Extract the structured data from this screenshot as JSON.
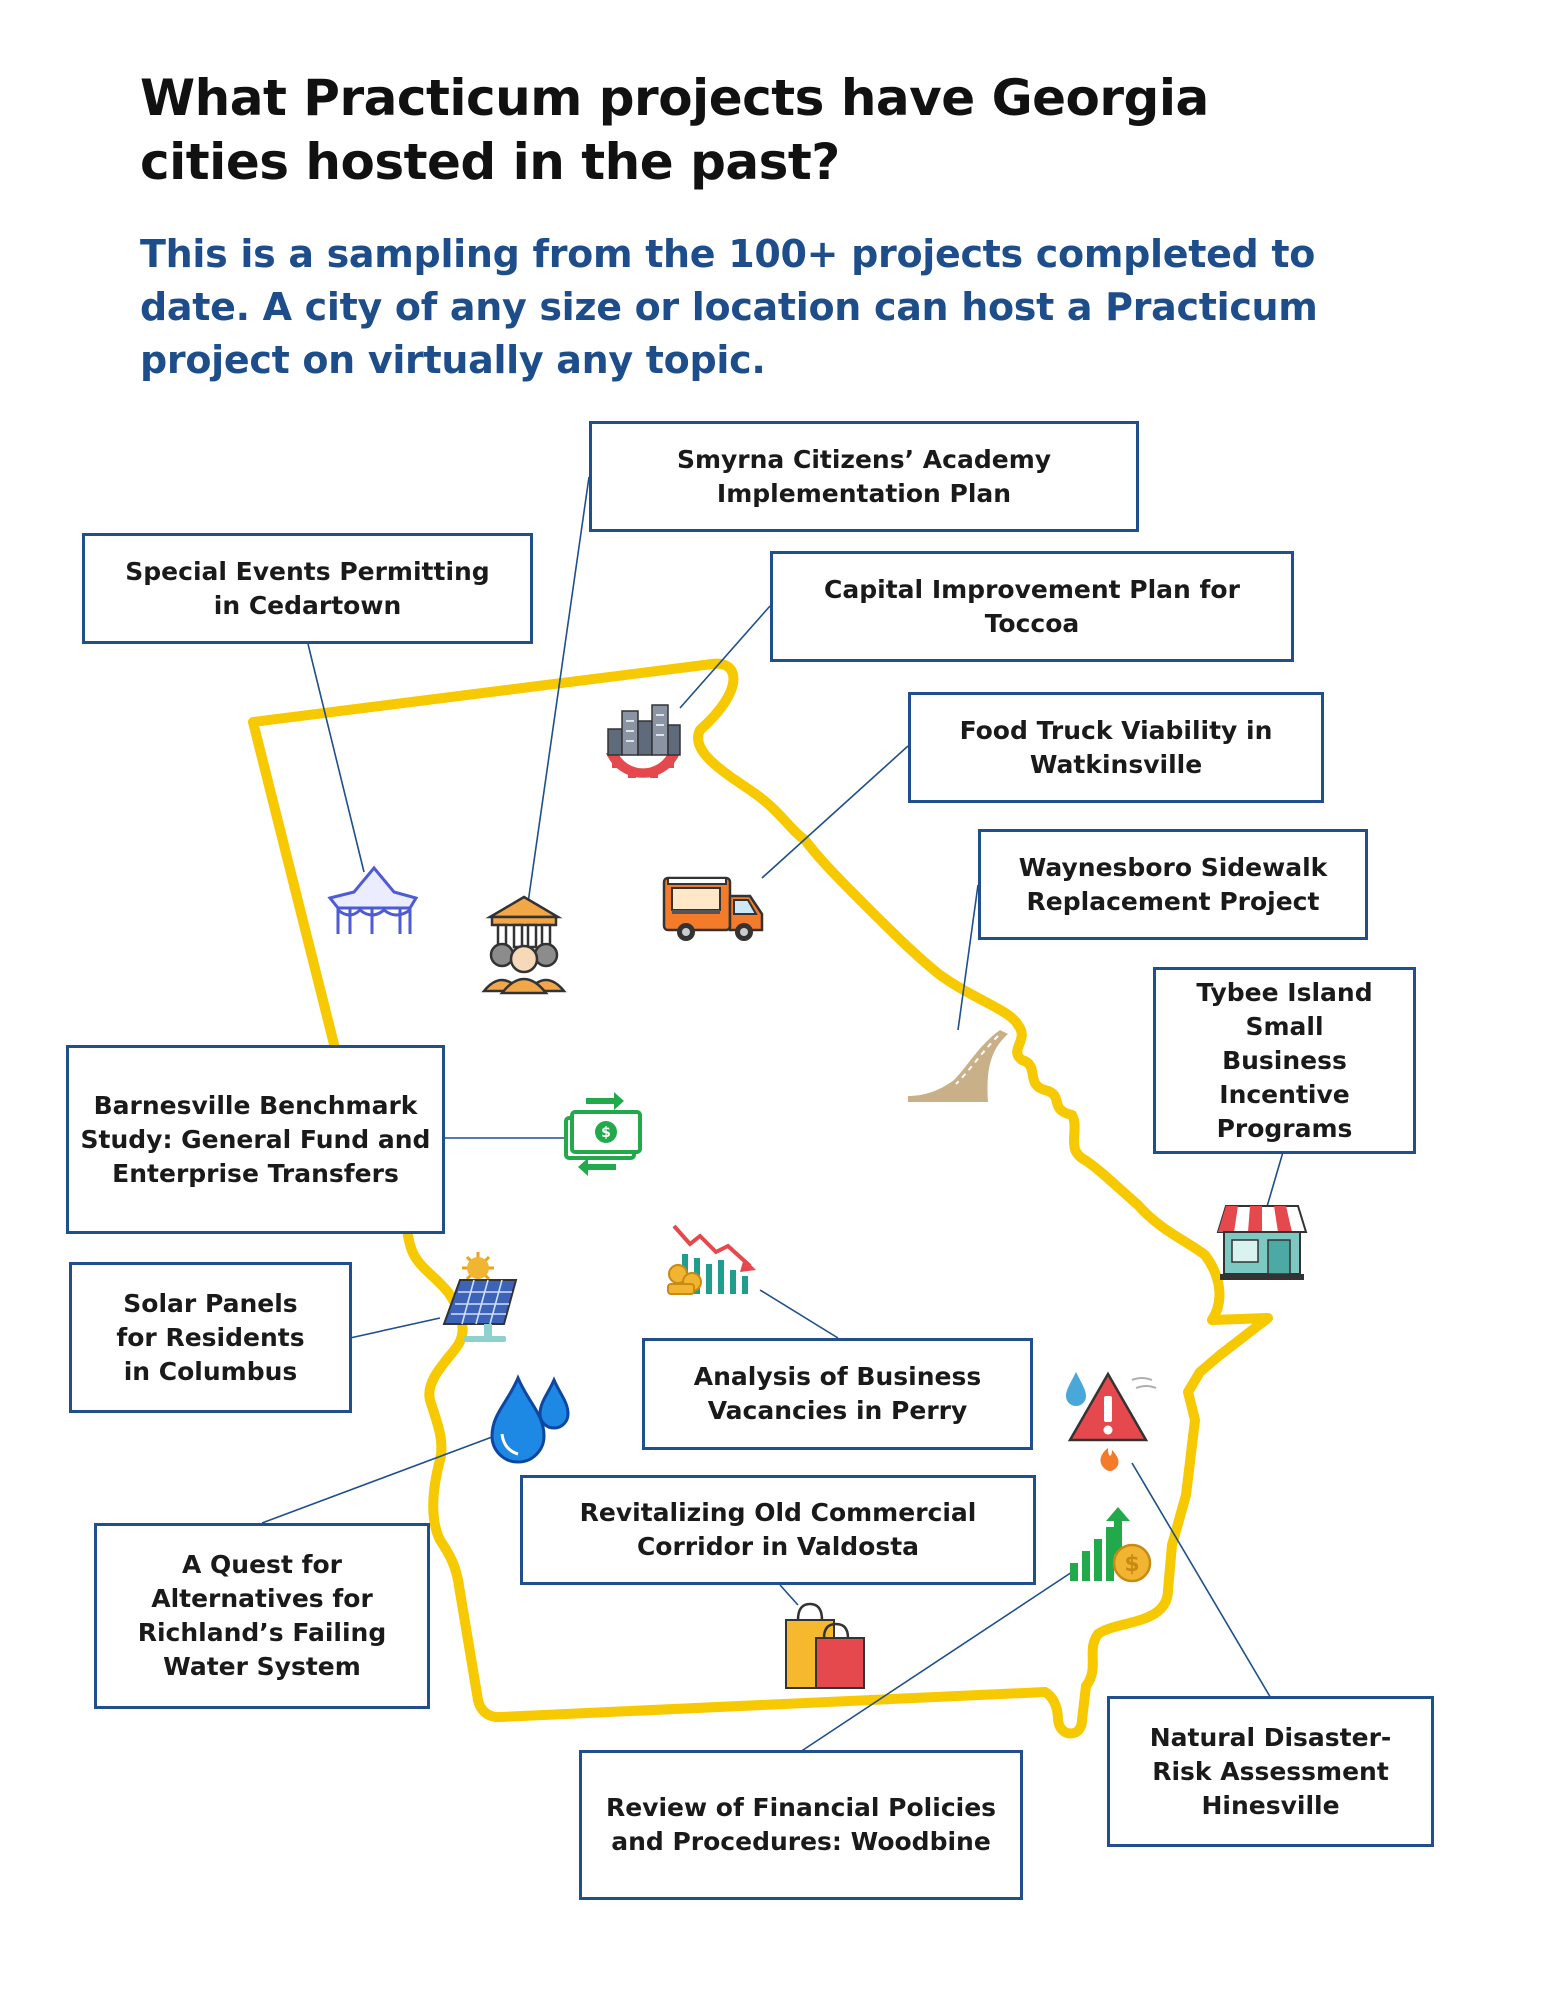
{
  "title": "What Practicum projects have Georgia cities hosted in the past?",
  "subtitle": "This is a sampling from the 100+ projects completed to date. A city of any size or location can host a Practicum project on virtually any topic.",
  "colors": {
    "state_outline": "#f7c900",
    "box_border": "#1f4f8c",
    "subtitle": "#1d4d8a",
    "connector": "#1f4f8c"
  },
  "projects": [
    {
      "label": "Smyrna Citizens’ Academy Implementation Plan",
      "icon": "courthouse-people-icon"
    },
    {
      "label": "Special Events Permitting in Cedartown",
      "icon": "event-tent-icon"
    },
    {
      "label": "Capital Improvement Plan for Toccoa",
      "icon": "city-gear-icon"
    },
    {
      "label": "Food Truck Viability in Watkinsville",
      "icon": "food-truck-icon"
    },
    {
      "label": "Waynesboro Sidewalk Replacement Project",
      "icon": "sidewalk-path-icon"
    },
    {
      "label": "Tybee Island Small Business Incentive Programs",
      "icon": "storefront-icon"
    },
    {
      "label": "Barnesville Benchmark Study: General Fund and Enterprise Transfers",
      "icon": "money-transfer-icon"
    },
    {
      "label": "Solar Panels for Residents in Columbus",
      "icon": "solar-panel-icon"
    },
    {
      "label": "Analysis of Business Vacancies in Perry",
      "icon": "declining-chart-icon"
    },
    {
      "label": "A Quest for Alternatives for Richland’s Failing Water System",
      "icon": "water-drops-icon"
    },
    {
      "label": "Revitalizing Old Commercial Corridor in Valdosta",
      "icon": "shopping-bags-icon"
    },
    {
      "label": "Natural Disaster-Risk Assessment Hinesville",
      "icon": "hazard-warning-icon"
    },
    {
      "label": "Review of Financial Policies and Procedures: Woodbine",
      "icon": "growth-chart-icon"
    }
  ]
}
